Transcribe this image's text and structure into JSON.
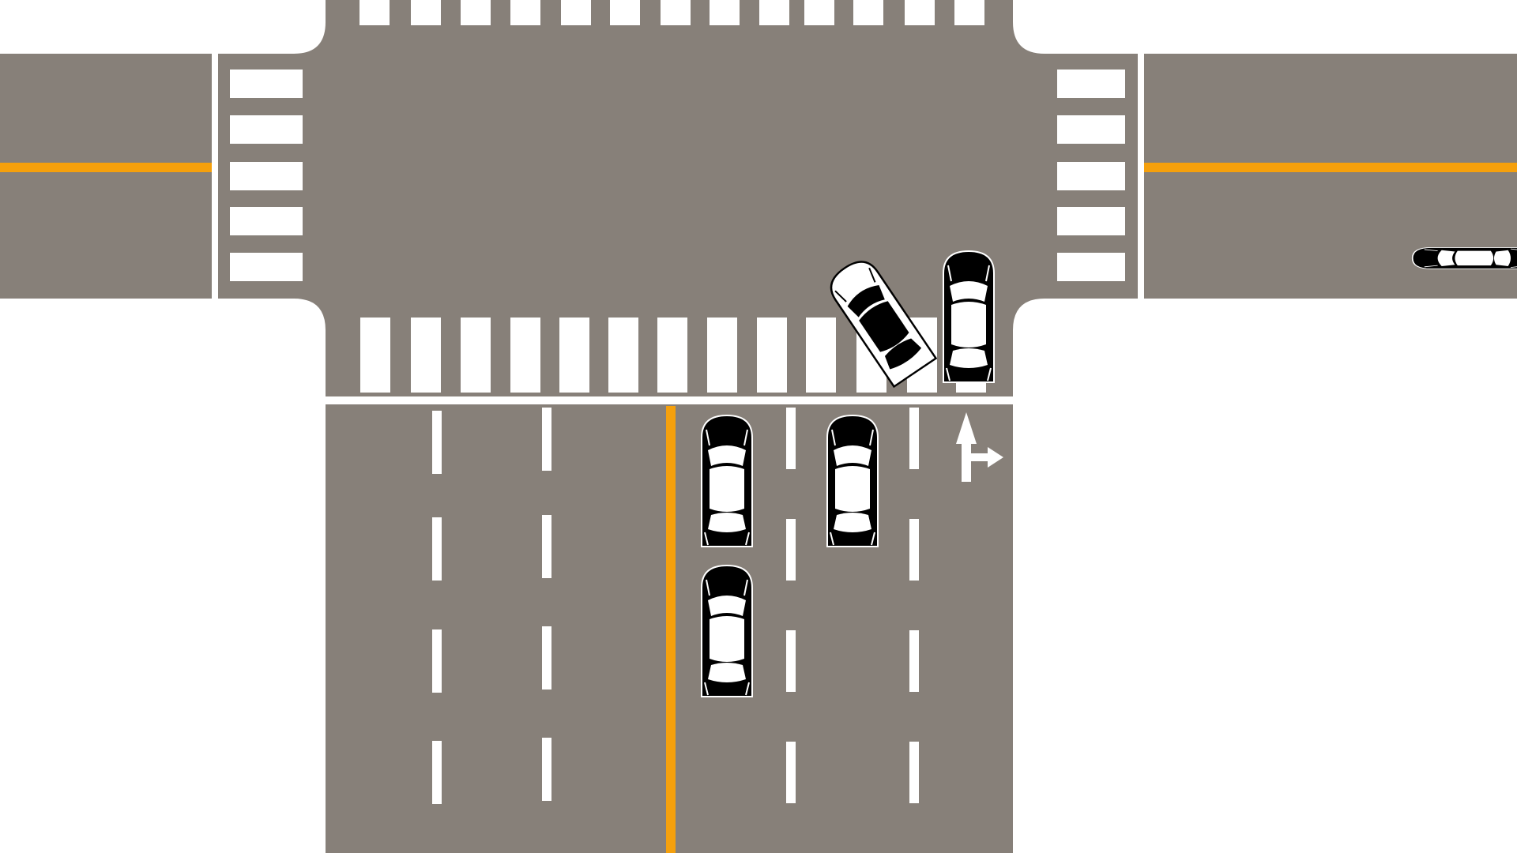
{
  "colors": {
    "background": "#ffffff",
    "road": "#878079",
    "lane_marking": "#ffffff",
    "center_line": "#f5a00c",
    "car_dark": "#000000",
    "car_light": "#ffffff"
  },
  "lane_arrow": {
    "icon": "straight-or-right-turn-arrow-icon"
  },
  "vehicles": [
    {
      "id": "car-eastbound-road",
      "icon": "car-topview-icon",
      "color": "black",
      "heading": "west"
    },
    {
      "id": "car-turning-right",
      "icon": "car-topview-icon",
      "color": "white",
      "heading": "north-turning"
    },
    {
      "id": "car-waiting-right-lane",
      "icon": "car-topview-icon",
      "color": "black",
      "heading": "north"
    },
    {
      "id": "car-queue-lane2-front",
      "icon": "car-topview-icon",
      "color": "black",
      "heading": "north"
    },
    {
      "id": "car-queue-lane1-front",
      "icon": "car-topview-icon",
      "color": "black",
      "heading": "north"
    },
    {
      "id": "car-queue-lane1-back",
      "icon": "car-topview-icon",
      "color": "black",
      "heading": "north"
    }
  ]
}
